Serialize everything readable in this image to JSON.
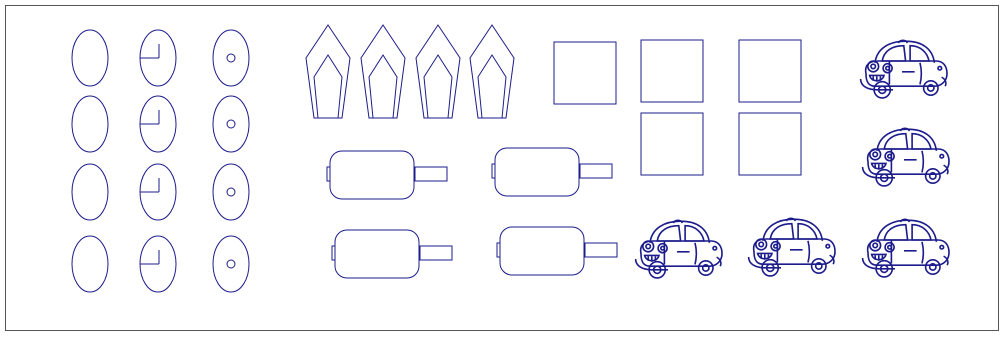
{
  "colors": {
    "stroke": "#1c1c8c",
    "frame": "#555555",
    "background": "#ffffff"
  },
  "layout_sheet": {
    "ovals": {
      "columns": [
        {
          "variant": "plain",
          "count": 4
        },
        {
          "variant": "radius-line",
          "count": 4
        },
        {
          "variant": "center-hole",
          "count": 4
        }
      ]
    },
    "crystal_tags": {
      "count": 4
    },
    "connector_pieces": {
      "count": 4
    },
    "squares": {
      "count": 5
    },
    "car_cartoons": {
      "count": 5
    }
  }
}
